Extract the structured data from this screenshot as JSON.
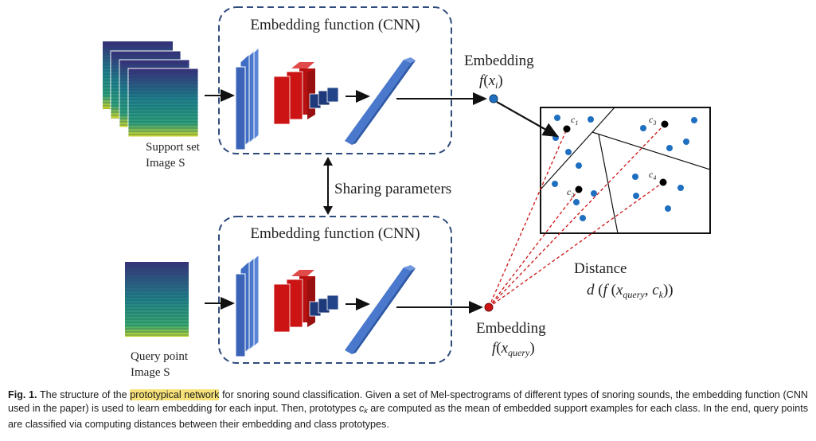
{
  "figure": {
    "cnn_top_title": "Embedding function (CNN)",
    "cnn_bottom_title": "Embedding function (CNN)",
    "sharing_label": "Sharing parameters",
    "support_label_line1": "Support set",
    "support_label_line2": "Image S",
    "query_label_line1": "Query point",
    "query_label_line2": "Image S",
    "embedding_top_title": "Embedding",
    "embedding_top_func": "f",
    "embedding_top_arg": "x",
    "embedding_top_sub": "i",
    "embedding_bottom_title": "Embedding",
    "embedding_bottom_func": "f",
    "embedding_bottom_arg": "x",
    "embedding_bottom_sub": "query",
    "distance_title": "Distance",
    "distance_formula_d": "d",
    "distance_formula_f": "f",
    "distance_formula_x": "x",
    "distance_formula_xsub": "query",
    "distance_formula_c": "c",
    "distance_formula_csub": "k",
    "prototype_c1": "c",
    "prototype_c1_sub": "1",
    "prototype_c2": "c",
    "prototype_c2_sub": "2",
    "prototype_c3": "c",
    "prototype_c3_sub": "3",
    "prototype_c4": "c",
    "prototype_c4_sub": "4"
  },
  "caption": {
    "fig_label": "Fig. 1.",
    "text_before_highlight": "The structure of the",
    "highlight": "prototypical network",
    "text_part1": "for snoring sound classification. Given a set of Mel-spectrograms of different types of snoring sounds, the embedding function (CNN used in the paper) is used to learn embedding for each input. Then, prototypes",
    "ck_symbol": "c",
    "ck_sub": "k",
    "text_part2": "are computed as the mean of embedded support examples for each class. In the end, query points are classified via computing distances between their embedding and class prototypes."
  },
  "colors": {
    "dash_box": "#2f4b7c",
    "conv_blue": "#3f6cc4",
    "conv_red": "#cc1414",
    "conv_navy": "#1f3a7a",
    "point_blue": "#1f6fc0",
    "query_red": "#cc1414",
    "highlight": "#f7e27a"
  }
}
